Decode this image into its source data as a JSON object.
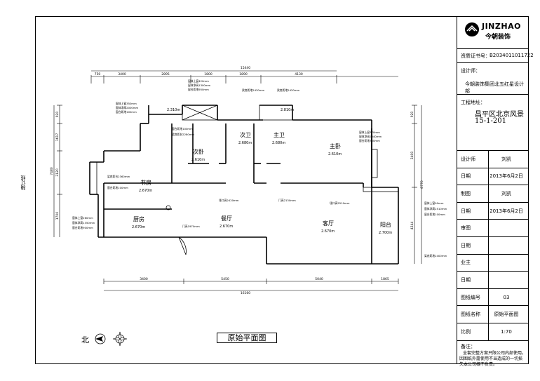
{
  "sheet": {
    "side_label": "骑订线"
  },
  "title_block": {
    "brand": "JINZHAO",
    "brand_cn": "今朝装饰",
    "qualification_label": "资质证书号：",
    "qualification_value": "B2034011011722",
    "designer_unit_label": "设计师：",
    "designer_unit_value": "今朝装饰集团北五红星设计部",
    "project_address_label": "工程地址：",
    "project_address_line1": "昌平区北京风景",
    "project_address_line2": "15-1-201",
    "rows": [
      {
        "label": "设计师",
        "value": "刘凯"
      },
      {
        "label": "日期",
        "value": "2013年6月2日"
      },
      {
        "label": "制图",
        "value": "刘凯"
      },
      {
        "label": "日期",
        "value": "2013年6月2日"
      },
      {
        "label": "审图",
        "value": ""
      },
      {
        "label": "日期",
        "value": ""
      },
      {
        "label": "业主",
        "value": ""
      },
      {
        "label": "日期",
        "value": ""
      },
      {
        "label": "图纸编号",
        "value": "03"
      },
      {
        "label": "图纸名称",
        "value": "原始平面图"
      },
      {
        "label": "比例",
        "value": "1:70"
      }
    ],
    "notes_label": "备注：",
    "notes_text": [
      "全套完整方案只限公司内部使用。",
      "因图纸外露使用不当造成的一切损",
      "失本公司概不负责。"
    ]
  },
  "drawing": {
    "caption": "原始平面图",
    "north_label": "北",
    "rooms": [
      {
        "name": "次卧",
        "height": "2.610m"
      },
      {
        "name": "次卫",
        "height": "2.680m"
      },
      {
        "name": "主卫",
        "height": "2.680m"
      },
      {
        "name": "主卧",
        "height": "2.610m"
      },
      {
        "name": "书房",
        "height": "2.670m"
      },
      {
        "name": "厨房",
        "height": "2.670m"
      },
      {
        "name": "餐厅",
        "height": "2.670m"
      },
      {
        "name": "客厅",
        "height": "2.670m"
      },
      {
        "name": "阳台",
        "height": "2.700m"
      }
    ],
    "top_dims": [
      "750",
      "3400",
      "2895",
      "1800",
      "1890",
      "4130"
    ],
    "top_total": "15440",
    "bottom_dims": [
      "3400",
      "5450",
      "5040",
      "1865"
    ],
    "bottom_total": "16160",
    "left_dims": [
      "920",
      "1617",
      "3120",
      "1700"
    ],
    "left_total": "7480",
    "right_dims": [
      "920",
      "3400",
      "4244"
    ],
    "right_total": "8770",
    "small_heights": [
      "2.310m",
      "2.810m"
    ],
    "notes": [
      "窗体上窗420mm",
      "窗体净高1300mm",
      "窗台距地950mm",
      "梁底距地2430mm",
      "梁底距地2420mm",
      "窗台距地100mm",
      "梁底距台2280mm",
      "窗体上窗370mm",
      "窗体净高2040mm",
      "窗台距地300mm",
      "窗体上窗350mm",
      "窗体净高2000mm",
      "窗台距地100mm",
      "梁底距台2360mm",
      "窗台距地100mm",
      "窗体上窗260mm",
      "窗体净高1350mm",
      "窗台距地900mm",
      "垭口高2420mm",
      "门高2130mm",
      "垭口高2510mm",
      "门高1970mm",
      "窗体上窗90mm",
      "窗体净高2510mm",
      "窗台距地100mm",
      "梁底距地2400mm"
    ]
  }
}
